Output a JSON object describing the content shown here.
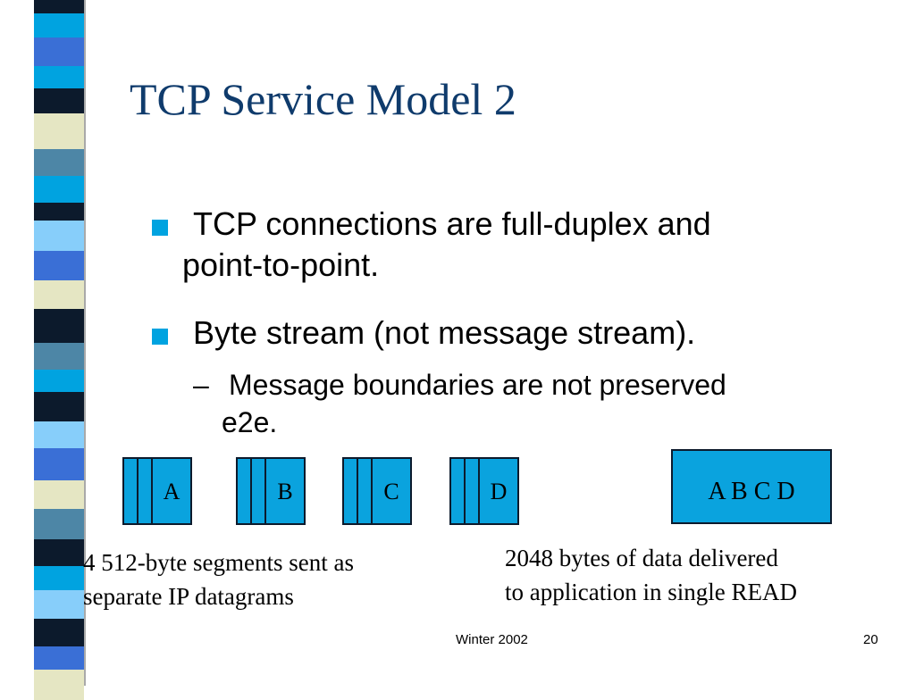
{
  "slide": {
    "title": "TCP Service Model 2",
    "bullets": [
      {
        "line1": "TCP connections are full-duplex and",
        "line2": "point-to-point."
      },
      {
        "line1": "Byte stream (not message stream)."
      }
    ],
    "sub_bullet": {
      "marker": "–",
      "line1": "Message boundaries are not preserved",
      "line2": "e2e."
    },
    "footer": {
      "left": "Winter 2002",
      "page_number": "20"
    }
  },
  "diagram": {
    "segments": [
      "A",
      "B",
      "C",
      "D"
    ],
    "combined_label": "A B C D",
    "left_caption": {
      "line1": "4 512-byte segments sent as",
      "line2": "separate IP datagrams"
    },
    "right_caption": {
      "line1": "2048 bytes of data delivered",
      "line2": "to application in single READ"
    }
  },
  "colors": {
    "title": "#0f3b6c",
    "bullet_marker": "#00a3e0",
    "segment_fill": "#0aa3de",
    "segment_border": "#0c1a2c",
    "stripes": [
      "#0c1a2c",
      "#00a3e0",
      "#87cefa",
      "#3a6fd6",
      "#e5e6c3",
      "#4d86a6"
    ]
  }
}
